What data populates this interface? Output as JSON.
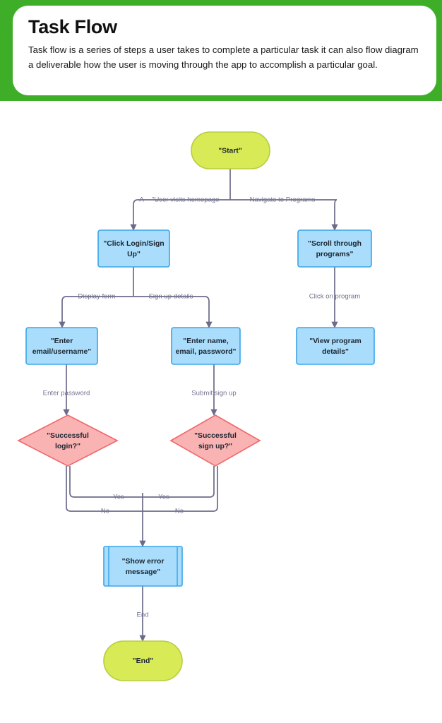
{
  "header": {
    "title": "Task Flow",
    "description": "Task flow is a series of steps a user takes to complete a particular task it can also  flow diagram a deliverable  how the user is moving through the app to accomplish a particular goal.",
    "band_color": "#3eae28",
    "card_color": "#ffffff"
  },
  "palette": {
    "process_fill": "#a9ddfb",
    "process_stroke": "#3aa5e8",
    "terminal_fill": "#d9ea57",
    "terminal_stroke": "#b9cc3d",
    "decision_fill": "#f9b3b3",
    "decision_stroke": "#f1676a",
    "edge_stroke": "#6b6b8a",
    "edge_label_color": "#72728f",
    "node_text_color": "#1b2430"
  },
  "chart_data": {
    "type": "diagram",
    "diagram_type": "flowchart",
    "direction": "top-down",
    "title": "Task Flow",
    "nodes": [
      {
        "id": "start",
        "shape": "stadium",
        "label": "\"Start\""
      },
      {
        "id": "login",
        "shape": "rect",
        "label": "\"Click Login/Sign Up\""
      },
      {
        "id": "scroll",
        "shape": "rect",
        "label": "\"Scroll through programs\""
      },
      {
        "id": "enter_email",
        "shape": "rect",
        "label": "\"Enter email/username\""
      },
      {
        "id": "enter_name",
        "shape": "rect",
        "label": "\"Enter name, email, password\""
      },
      {
        "id": "view_program",
        "shape": "rect",
        "label": "\"View program details\""
      },
      {
        "id": "ok_login",
        "shape": "diamond",
        "label": "\"Successful login?\""
      },
      {
        "id": "ok_signup",
        "shape": "diamond",
        "label": "\"Successful sign up?\""
      },
      {
        "id": "show_error",
        "shape": "subroutine",
        "label": "\"Show error message\""
      },
      {
        "id": "end",
        "shape": "stadium",
        "label": "\"End\""
      }
    ],
    "edges": [
      {
        "from": "start",
        "to": "login",
        "label": "A -- \"User visits homepage"
      },
      {
        "from": "start",
        "to": "scroll",
        "label": "Navigate to Programs"
      },
      {
        "from": "login",
        "to": "enter_email",
        "label": "Display form"
      },
      {
        "from": "login",
        "to": "enter_name",
        "label": "Sign up details"
      },
      {
        "from": "scroll",
        "to": "view_program",
        "label": "Click on program"
      },
      {
        "from": "enter_email",
        "to": "ok_login",
        "label": "Enter password"
      },
      {
        "from": "enter_name",
        "to": "ok_signup",
        "label": "Submit sign up"
      },
      {
        "from": "ok_login",
        "to": "show_error",
        "label": "Yes"
      },
      {
        "from": "ok_login",
        "to": "show_error",
        "label": "No"
      },
      {
        "from": "ok_signup",
        "to": "show_error",
        "label": "Yes"
      },
      {
        "from": "ok_signup",
        "to": "show_error",
        "label": "No"
      },
      {
        "from": "show_error",
        "to": "end",
        "label": "End"
      }
    ]
  },
  "nodes": {
    "start": {
      "line1": "\"Start\""
    },
    "login": {
      "line1": "\"Click Login/Sign",
      "line2": "Up\""
    },
    "scroll": {
      "line1": "\"Scroll through",
      "line2": "programs\""
    },
    "enter_email": {
      "line1": "\"Enter",
      "line2": "email/username\""
    },
    "enter_name": {
      "line1": "\"Enter name,",
      "line2": "email, password\""
    },
    "view_program": {
      "line1": "\"View program",
      "line2": "details\""
    },
    "ok_login": {
      "line1": "\"Successful",
      "line2": "login?\""
    },
    "ok_signup": {
      "line1": "\"Successful",
      "line2": "sign up?\""
    },
    "show_error": {
      "line1": "\"Show error",
      "line2": "message\""
    },
    "end": {
      "line1": "\"End\""
    }
  },
  "edge_labels": {
    "start_login": "A -- \"User visits homepage",
    "start_scroll": "Navigate to Programs",
    "login_email": "Display form",
    "login_name": "Sign up details",
    "scroll_view": "Click on program",
    "email_oklogin": "Enter password",
    "name_oksignup": "Submit sign up",
    "login_yes": "Yes",
    "login_no": "No",
    "signup_yes": "Yes",
    "signup_no": "No",
    "error_end": "End"
  }
}
